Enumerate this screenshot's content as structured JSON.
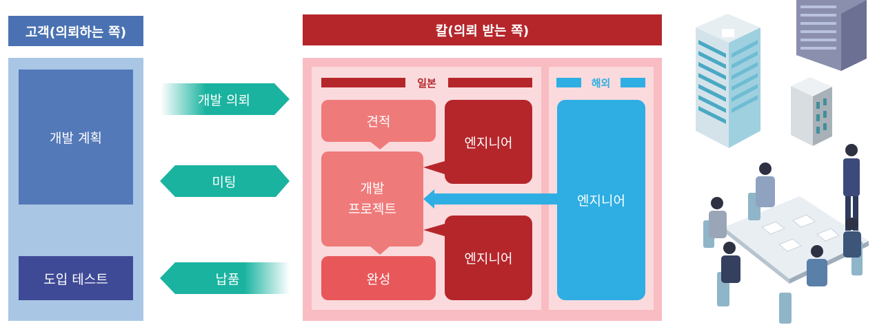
{
  "client": {
    "header": "고객(의뢰하는 쪽)",
    "plan_box": "개발 계획",
    "test_box": "도입 테스트"
  },
  "flows": {
    "request": "개발 의뢰",
    "meeting": "미팅",
    "delivery": "납품"
  },
  "kal": {
    "header": "칼(의뢰 받는 쪽)",
    "japan_label": "일본",
    "overseas_label": "해외",
    "estimate": "견적",
    "project_line1": "개발",
    "project_line2": "프로젝트",
    "complete": "완성",
    "engineer_top": "엔지니어",
    "engineer_bottom": "엔지니어",
    "engineer_overseas": "엔지니어"
  },
  "colors": {
    "client_header": "#4a72b3",
    "client_panel": "#a9c6e5",
    "client_box": "#5379b8",
    "client_box_dark": "#3f4a96",
    "teal": "#1ab3a0",
    "kal_header": "#b5262b",
    "kal_panel_outer": "#f8bcc2",
    "kal_panel_inner": "#fbdadd",
    "pink_box": "#ef7a7a",
    "complete_box": "#e8575a",
    "engineer_red": "#b5262b",
    "overseas_blue": "#2eaee3"
  },
  "illustration": {
    "icons": [
      "office-building-icon",
      "meeting-people-icon"
    ]
  }
}
